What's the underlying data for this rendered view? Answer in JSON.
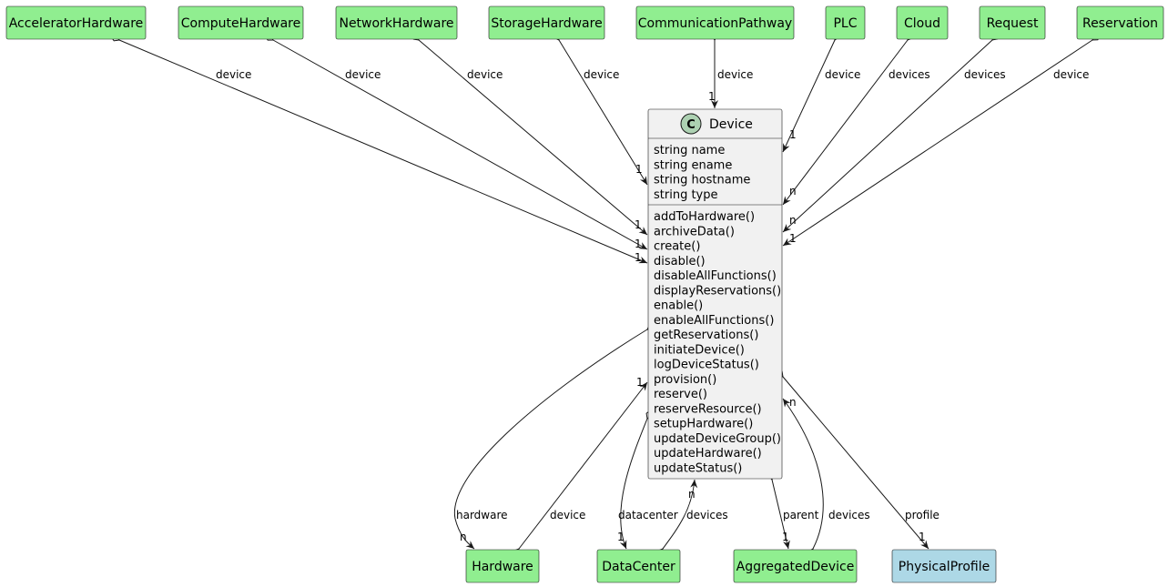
{
  "device_class": {
    "stereotype_letter": "C",
    "name": "Device",
    "attributes": [
      "string name",
      "string ename",
      "string hostname",
      "string type"
    ],
    "methods": [
      "addToHardware()",
      "archiveData()",
      "create()",
      "disable()",
      "disableAllFunctions()",
      "displayReservations()",
      "enable()",
      "enableAllFunctions()",
      "getReservations()",
      "initiateDevice()",
      "logDeviceStatus()",
      "provision()",
      "reserve()",
      "reserveResource()",
      "setupHardware()",
      "updateDeviceGroup()",
      "updateHardware()",
      "updateStatus()"
    ]
  },
  "top_classes": [
    "AcceleratorHardware",
    "ComputeHardware",
    "NetworkHardware",
    "StorageHardware",
    "CommunicationPathway",
    "PLC",
    "Cloud",
    "Request",
    "Reservation"
  ],
  "bottom_classes": [
    "Hardware",
    "DataCenter",
    "AggregatedDevice",
    "PhysicalProfile"
  ],
  "edges": {
    "accelerator": {
      "label": "device",
      "mult": "1"
    },
    "compute": {
      "label": "device",
      "mult": "1"
    },
    "network": {
      "label": "device",
      "mult": "1"
    },
    "storage": {
      "label": "device",
      "mult": "1"
    },
    "communication": {
      "label": "device",
      "mult": "1"
    },
    "plc": {
      "label": "device",
      "mult": "1"
    },
    "cloud": {
      "label": "devices",
      "mult": "n"
    },
    "request": {
      "label": "devices",
      "mult": "n"
    },
    "reservation": {
      "label": "device",
      "mult": "1"
    },
    "hardware_comp": {
      "label": "hardware",
      "mult": "n"
    },
    "hardware_agg": {
      "label": "device",
      "mult": "1"
    },
    "datacenter_agg": {
      "label": "datacenter",
      "mult": "1"
    },
    "datacenter_comp": {
      "label": "devices",
      "mult": "n"
    },
    "aggregated_agg": {
      "label": "parent",
      "mult": "1"
    },
    "aggregated_comp": {
      "label": "devices",
      "mult": "n"
    },
    "profile": {
      "label": "profile",
      "mult": "1"
    }
  },
  "colors": {
    "green_box": "#90EE90",
    "blue_box": "#ADD8E6",
    "class_box": "#F1F1F1",
    "border": "#181818",
    "circle": "#ADD1B2"
  }
}
